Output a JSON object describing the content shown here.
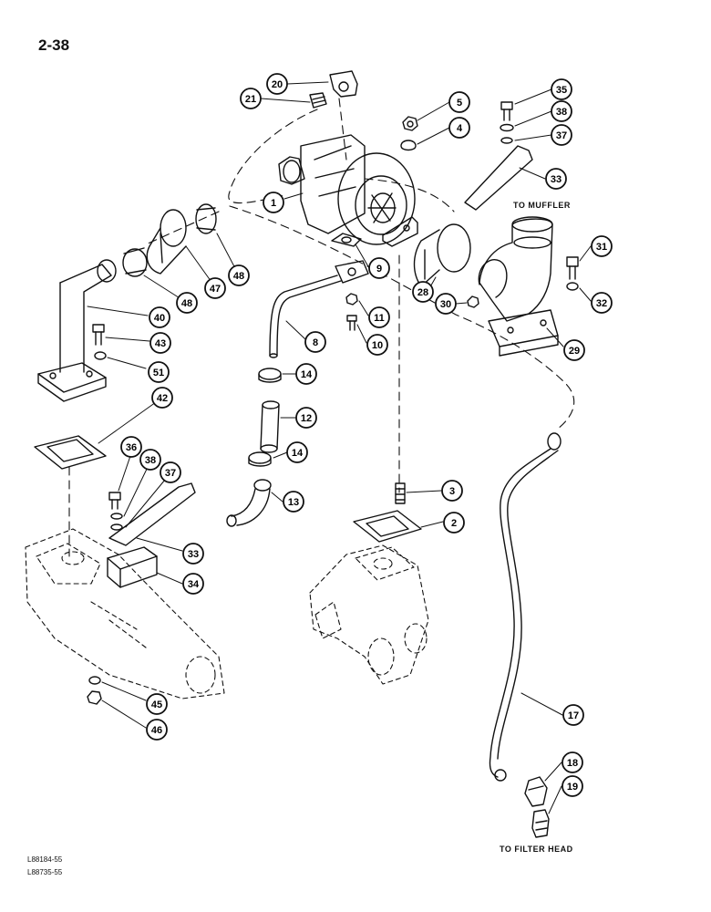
{
  "page_number": "2-38",
  "notes": {
    "to_muffler": "TO MUFFLER",
    "to_filter_head": "TO FILTER HEAD"
  },
  "codes": [
    "L88184-55",
    "L88735-55"
  ],
  "callouts": {
    "c20": "20",
    "c21": "21",
    "c5": "5",
    "c4": "4",
    "c35": "35",
    "c38a": "38",
    "c37a": "37",
    "c33a": "33",
    "c1": "1",
    "c9": "9",
    "c31": "31",
    "c32": "32",
    "c28": "28",
    "c30": "30",
    "c29": "29",
    "c47": "47",
    "c48a": "48",
    "c48b": "48",
    "c40": "40",
    "c43": "43",
    "c51": "51",
    "c8": "8",
    "c11": "11",
    "c10": "10",
    "c14a": "14",
    "c12": "12",
    "c14b": "14",
    "c13": "13",
    "c42": "42",
    "c36": "36",
    "c38b": "38",
    "c37b": "37",
    "c33b": "33",
    "c34": "34",
    "c3": "3",
    "c2": "2",
    "c17": "17",
    "c18": "18",
    "c19": "19",
    "c45": "45",
    "c46": "46"
  }
}
